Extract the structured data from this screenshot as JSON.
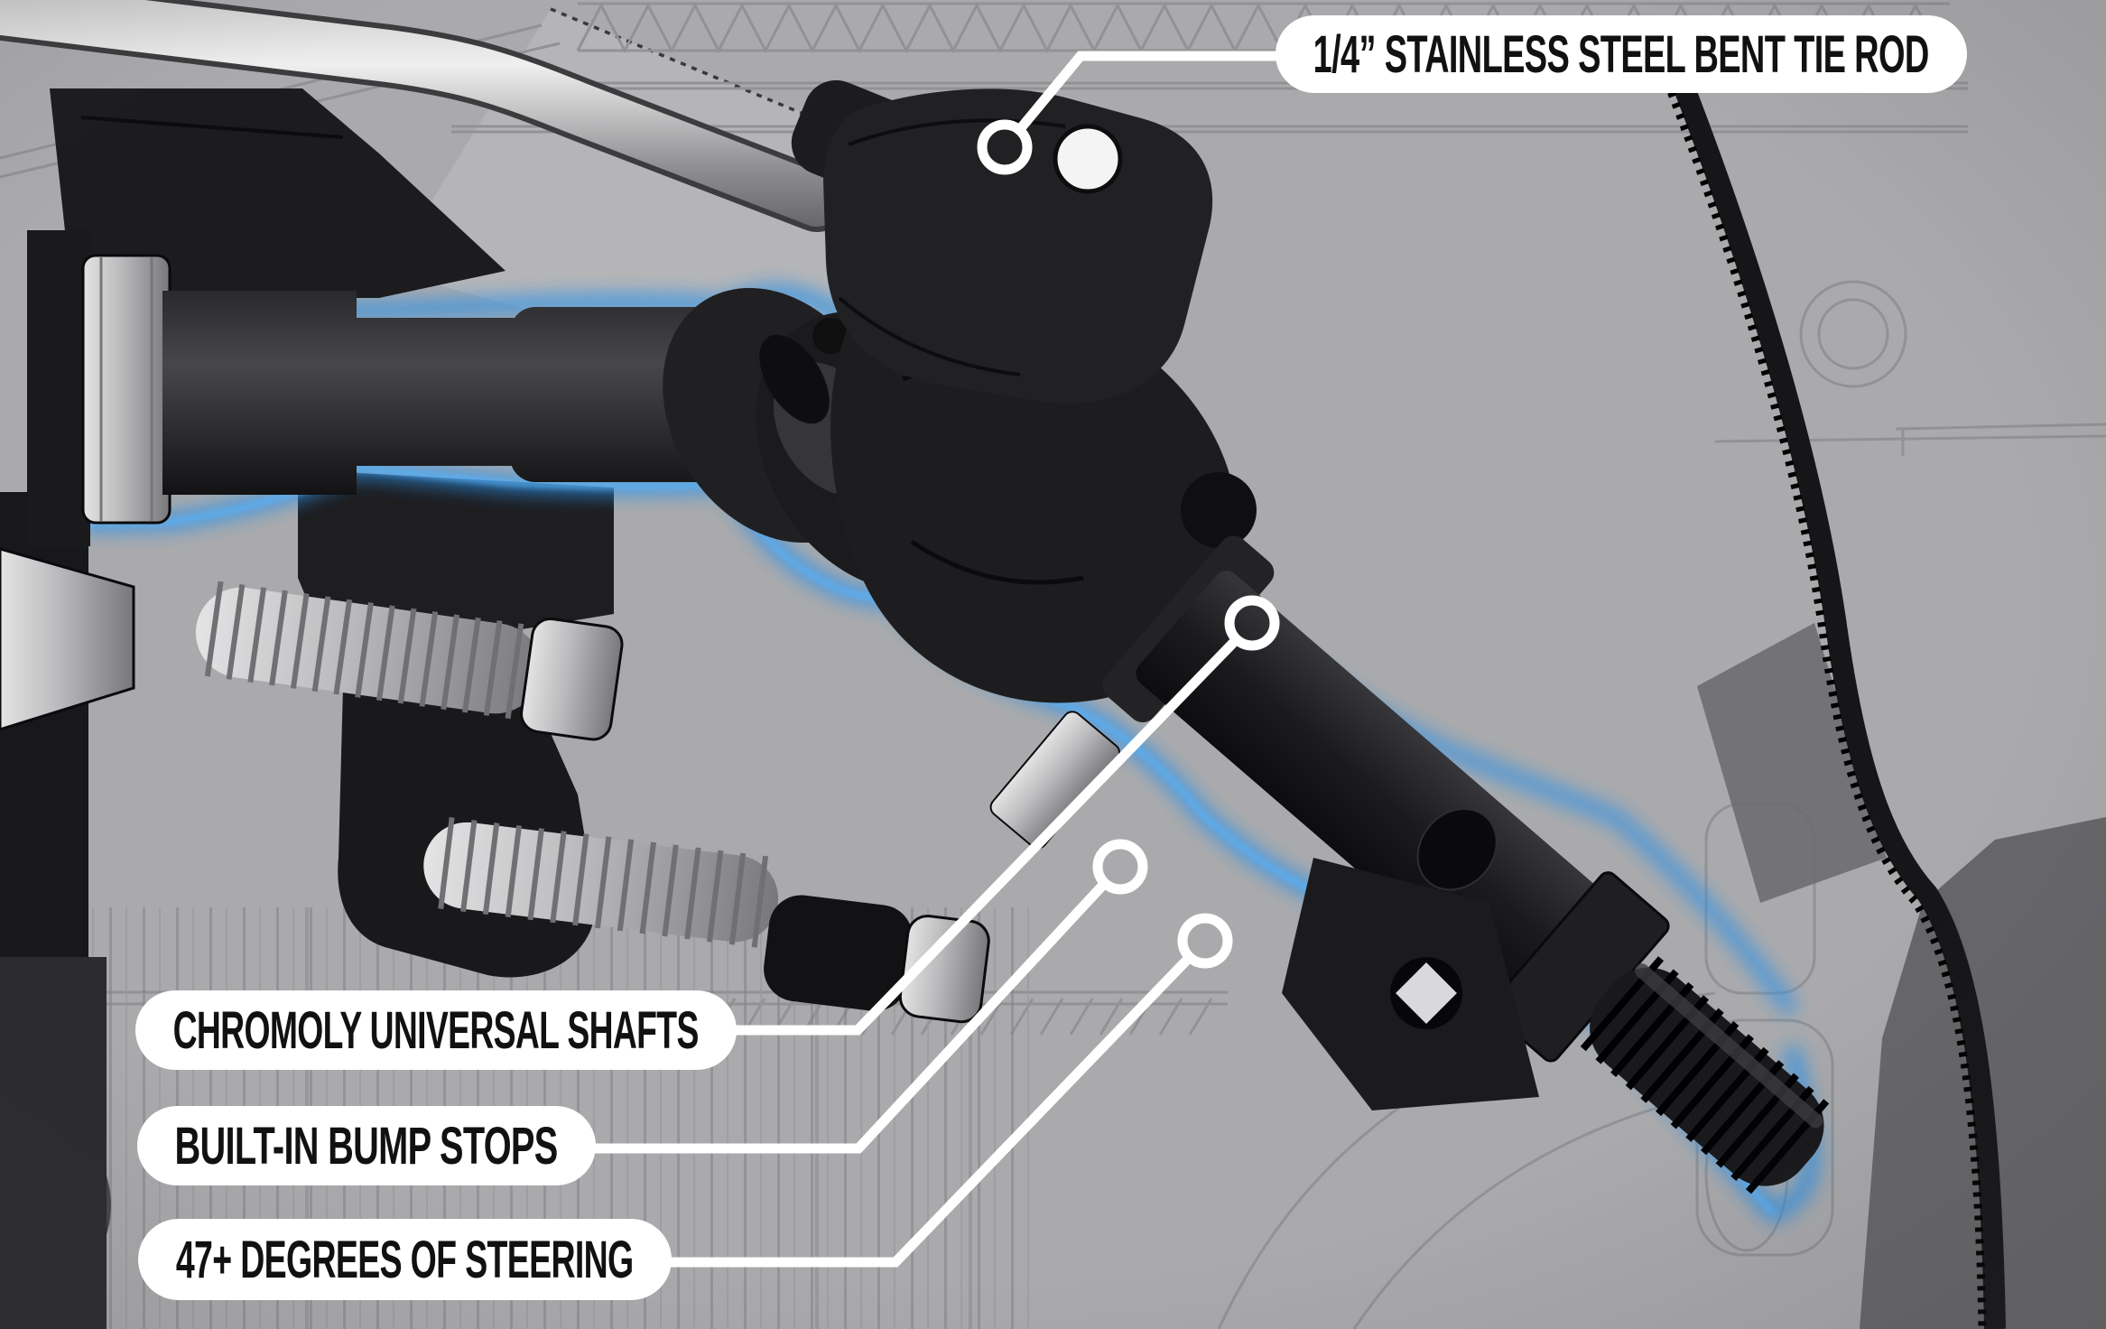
{
  "diagram": {
    "description": "Annotated 3D render of an RC crawler front axle steering assembly, dark parts outlined with a blue glow over a light gray ghosted CAD background",
    "callouts": [
      {
        "id": "tie-rod",
        "label": "1/4” STAINLESS STEEL BENT TIE ROD"
      },
      {
        "id": "universal-shafts",
        "label": "CHROMOLY UNIVERSAL SHAFTS"
      },
      {
        "id": "bump-stops",
        "label": "BUILT-IN BUMP STOPS"
      },
      {
        "id": "steering-degrees",
        "label": "47+ DEGREES OF STEERING"
      }
    ]
  },
  "colors": {
    "background": "#aaaaac",
    "callout_bg": "#ffffff",
    "callout_text": "#111111",
    "leader": "#ffffff",
    "glow": "#2a91e8",
    "part_dark": "#1c1c1e",
    "steel": "#c9c9cb",
    "ghost": "#929295"
  }
}
